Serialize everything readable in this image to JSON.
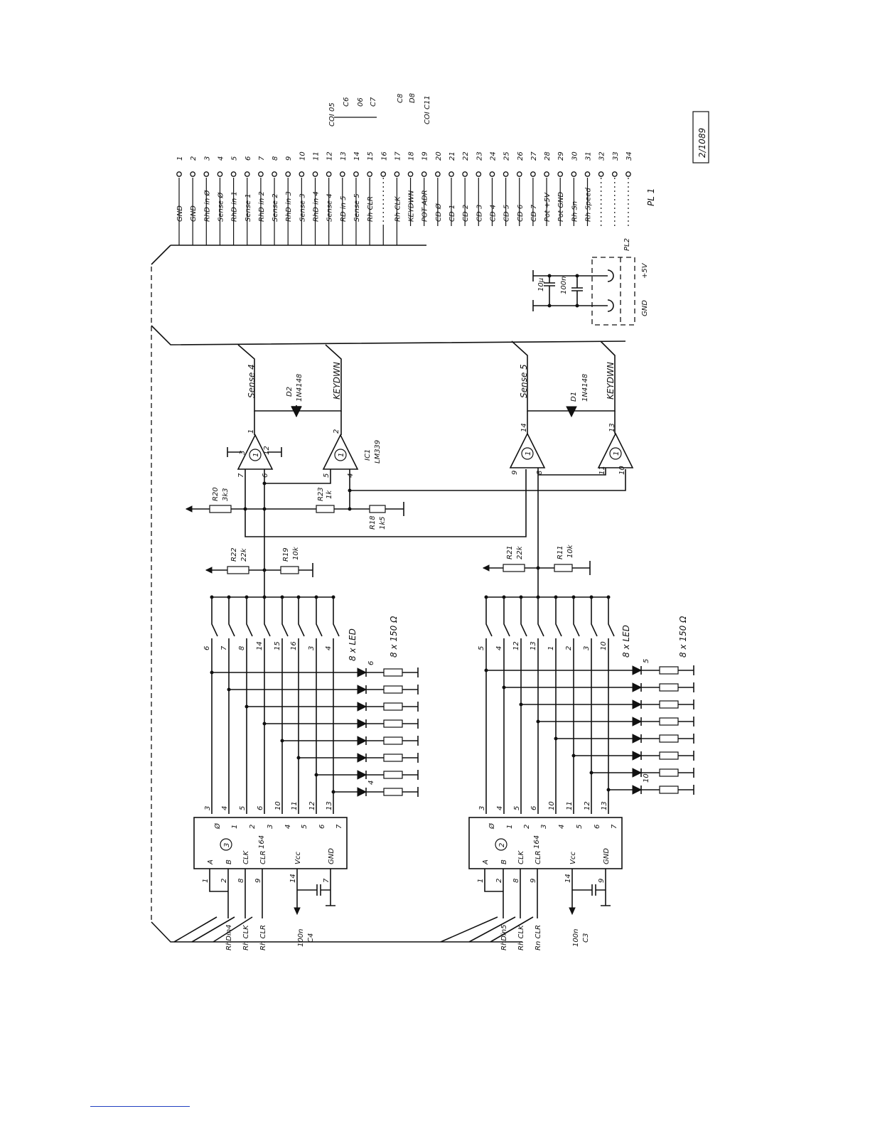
{
  "drawing_number": "2/1089",
  "connectors": {
    "pl1": "PL 1",
    "pl2": "PL2",
    "pl2_labels": [
      "GND",
      "+5V"
    ]
  },
  "pl1_pins": [
    {
      "pin": "1",
      "signal": "GND"
    },
    {
      "pin": "2",
      "signal": "GND"
    },
    {
      "pin": "3",
      "signal": "RhD in Ø"
    },
    {
      "pin": "4",
      "signal": "Sense Ø"
    },
    {
      "pin": "5",
      "signal": "RhD in 1"
    },
    {
      "pin": "6",
      "signal": "Sense 1"
    },
    {
      "pin": "7",
      "signal": "RhD in 2"
    },
    {
      "pin": "8",
      "signal": "Sense 2"
    },
    {
      "pin": "9",
      "signal": "RhD in 3"
    },
    {
      "pin": "10",
      "signal": "Sense 3"
    },
    {
      "pin": "11",
      "signal": "RhD in 4"
    },
    {
      "pin": "12",
      "signal": "Sense 4"
    },
    {
      "pin": "13",
      "signal": "RD in 5"
    },
    {
      "pin": "14",
      "signal": "Sense 5"
    },
    {
      "pin": "15",
      "signal": "Rh CLR"
    },
    {
      "pin": "16",
      "signal": ""
    },
    {
      "pin": "17",
      "signal": "Rh CLK"
    },
    {
      "pin": "18",
      "signal": "KEYDWN"
    },
    {
      "pin": "19",
      "signal": "POT ADR"
    },
    {
      "pin": "20",
      "signal": "CD Ø"
    },
    {
      "pin": "21",
      "signal": "CD 1"
    },
    {
      "pin": "22",
      "signal": "CD 2"
    },
    {
      "pin": "23",
      "signal": "CD 3"
    },
    {
      "pin": "24",
      "signal": "CD 4"
    },
    {
      "pin": "25",
      "signal": "CD 5"
    },
    {
      "pin": "26",
      "signal": "CD 6"
    },
    {
      "pin": "27",
      "signal": "CD 7"
    },
    {
      "pin": "28",
      "signal": "Pot +5V"
    },
    {
      "pin": "29",
      "signal": "Pot GND"
    },
    {
      "pin": "30",
      "signal": "Rh Sn"
    },
    {
      "pin": "31",
      "signal": "Rh Speed"
    },
    {
      "pin": "32",
      "signal": ""
    },
    {
      "pin": "33",
      "signal": ""
    },
    {
      "pin": "34",
      "signal": ""
    }
  ],
  "column_bus": {
    "top": "COI 05",
    "values": [
      "C6",
      "06",
      "C7",
      "C8",
      "D8"
    ],
    "bottom": "COI C11"
  },
  "comparator": {
    "ic": "IC1",
    "part": "LM339",
    "pins_top_pair": [
      "7",
      "6",
      "1",
      "3",
      "12",
      "5",
      "4",
      "2"
    ],
    "pins_bottom_pair": [
      "9",
      "8",
      "14",
      "11",
      "10",
      "13"
    ],
    "unit_mark": "1"
  },
  "nets": {
    "sense4": "Sense 4",
    "sense5": "Sense 5",
    "keydwn": "KEYDWN"
  },
  "diodes": [
    {
      "ref": "D2",
      "part": "1N4148"
    },
    {
      "ref": "D1",
      "part": "1N4148"
    }
  ],
  "resistors": [
    {
      "ref": "R20",
      "value": "3k3"
    },
    {
      "ref": "R23",
      "value": "1k"
    },
    {
      "ref": "R18",
      "value": "1k5"
    },
    {
      "ref": "R22",
      "value": "22k"
    },
    {
      "ref": "R19",
      "value": "10k"
    },
    {
      "ref": "R21",
      "value": "22k"
    },
    {
      "ref": "R11",
      "value": "10k"
    }
  ],
  "upper_bank": {
    "switch_labels": [
      "6",
      "7",
      "8",
      "14",
      "15",
      "16",
      "3",
      "4"
    ],
    "led_note": "8 x LED",
    "res_note": "8 x 150 Ω",
    "led_first": "6",
    "led_last": "4",
    "shift_register": {
      "part": "164",
      "unit": "3",
      "pins_out": [
        "3",
        "4",
        "5",
        "6",
        "10",
        "11",
        "12",
        "13"
      ],
      "outputs": [
        "Ø",
        "1",
        "2",
        "3",
        "4",
        "5",
        "6",
        "7"
      ],
      "inputs": [
        "A",
        "B",
        "CLK",
        "CLR"
      ],
      "in_pins": [
        "1",
        "2",
        "8",
        "9"
      ],
      "vcc": "Vcc",
      "gnd": "GND",
      "vcc_pin": "14",
      "gnd_pin": "7",
      "cap": "100n",
      "cap_ref": "C4",
      "nets": [
        "RhDin4",
        "Rh CLK",
        "Rh CLR"
      ]
    }
  },
  "lower_bank": {
    "switch_labels": [
      "5",
      "4",
      "12",
      "13",
      "1",
      "2",
      "3",
      "10"
    ],
    "led_note": "8 x LED",
    "res_note": "8 x 150 Ω",
    "led_first": "5",
    "led_last": "10",
    "shift_register": {
      "part": "164",
      "unit": "2",
      "pins_out": [
        "3",
        "4",
        "5",
        "6",
        "10",
        "11",
        "12",
        "13"
      ],
      "outputs": [
        "Ø",
        "1",
        "2",
        "3",
        "4",
        "5",
        "6",
        "7"
      ],
      "inputs": [
        "A",
        "B",
        "CLK",
        "CLR"
      ],
      "in_pins": [
        "1",
        "2",
        "8",
        "9"
      ],
      "vcc": "Vcc",
      "gnd": "GND",
      "vcc_pin": "14",
      "gnd_pin": "9",
      "cap": "100n",
      "cap_ref": "C3",
      "nets": [
        "RhDin5",
        "Rh CLK",
        "Rn CLR"
      ]
    }
  },
  "supply_decoupling": [
    {
      "value": "10µ"
    },
    {
      "value": "100n"
    }
  ]
}
